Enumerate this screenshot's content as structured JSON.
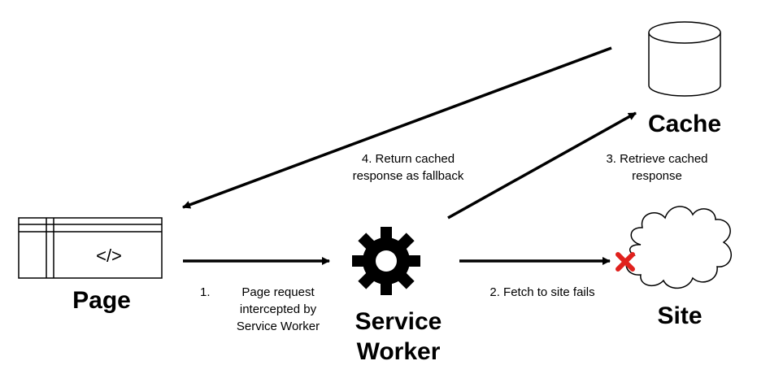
{
  "nodes": {
    "page": {
      "label": "Page",
      "code_glyph": "</>",
      "icon": "browser-window-icon"
    },
    "service_worker": {
      "label_line1": "Service",
      "label_line2": "Worker",
      "icon": "gear-icon"
    },
    "cache": {
      "label": "Cache",
      "icon": "database-cylinder-icon"
    },
    "site": {
      "label": "Site",
      "icon": "cloud-icon"
    }
  },
  "steps": {
    "step1": {
      "number": "1.",
      "line1": "Page request",
      "line2": "intercepted by",
      "line3": "Service Worker"
    },
    "step2": {
      "line1": "2. Fetch to site fails"
    },
    "step3": {
      "line1": "3. Retrieve cached",
      "line2": "response"
    },
    "step4": {
      "line1": "4. Return cached",
      "line2": "response as fallback"
    }
  },
  "colors": {
    "stroke": "#000000",
    "fail_mark": "#e0211d"
  }
}
